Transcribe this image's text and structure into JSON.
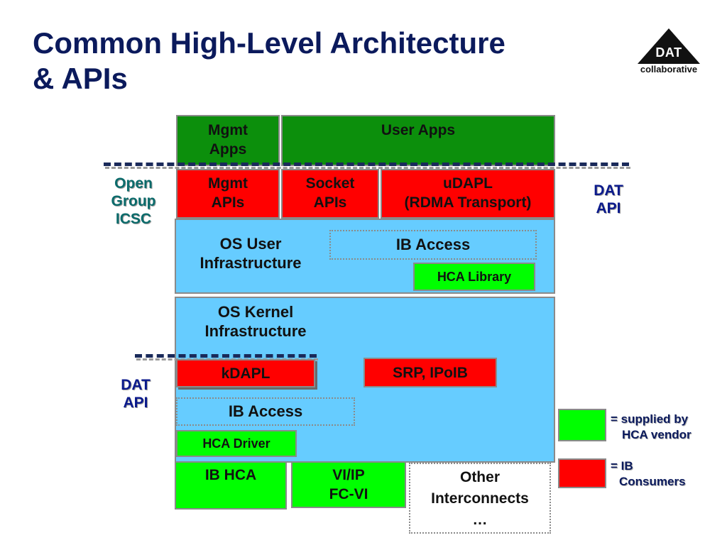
{
  "title": {
    "line1": "Common High-Level Architecture",
    "line2": "& APIs"
  },
  "logo": {
    "main": "DAT",
    "sub": "collaborative"
  },
  "diagram": {
    "mgmt_apps": [
      "Mgmt",
      "Apps"
    ],
    "user_apps": "User Apps",
    "mgmt_apis": [
      "Mgmt",
      "APIs"
    ],
    "socket_apis": [
      "Socket",
      "APIs"
    ],
    "udapl": [
      "uDAPL",
      "(RDMA Transport)"
    ],
    "os_user_infra": [
      "OS User",
      "Infrastructure"
    ],
    "ib_access_user": "IB Access",
    "hca_library": "HCA Library",
    "os_kernel_infra": [
      "OS Kernel",
      "Infrastructure"
    ],
    "kdapl": "kDAPL",
    "srp_ipoib": "SRP, IPoIB",
    "ib_access_kernel": "IB Access",
    "hca_driver": "HCA Driver",
    "ib_hca": "IB HCA",
    "vi_ip": [
      "VI/IP",
      "FC-VI"
    ],
    "other_interconnects": [
      "Other",
      "Interconnects",
      "…"
    ]
  },
  "side_labels": {
    "open_group": [
      "Open",
      "Group",
      "ICSC"
    ],
    "dat_api_right": [
      "DAT",
      "API"
    ],
    "dat_api_left": [
      "DAT",
      "API"
    ]
  },
  "legend": {
    "supplied": [
      "= supplied by",
      "HCA vendor"
    ],
    "consumers": [
      "= IB",
      "Consumers"
    ]
  },
  "colors": {
    "dark_green": "#0c8f0c",
    "red": "#ff0000",
    "light_blue": "#66ccff",
    "bright_green": "#00ff00",
    "title_navy": "#0b1a5c"
  }
}
